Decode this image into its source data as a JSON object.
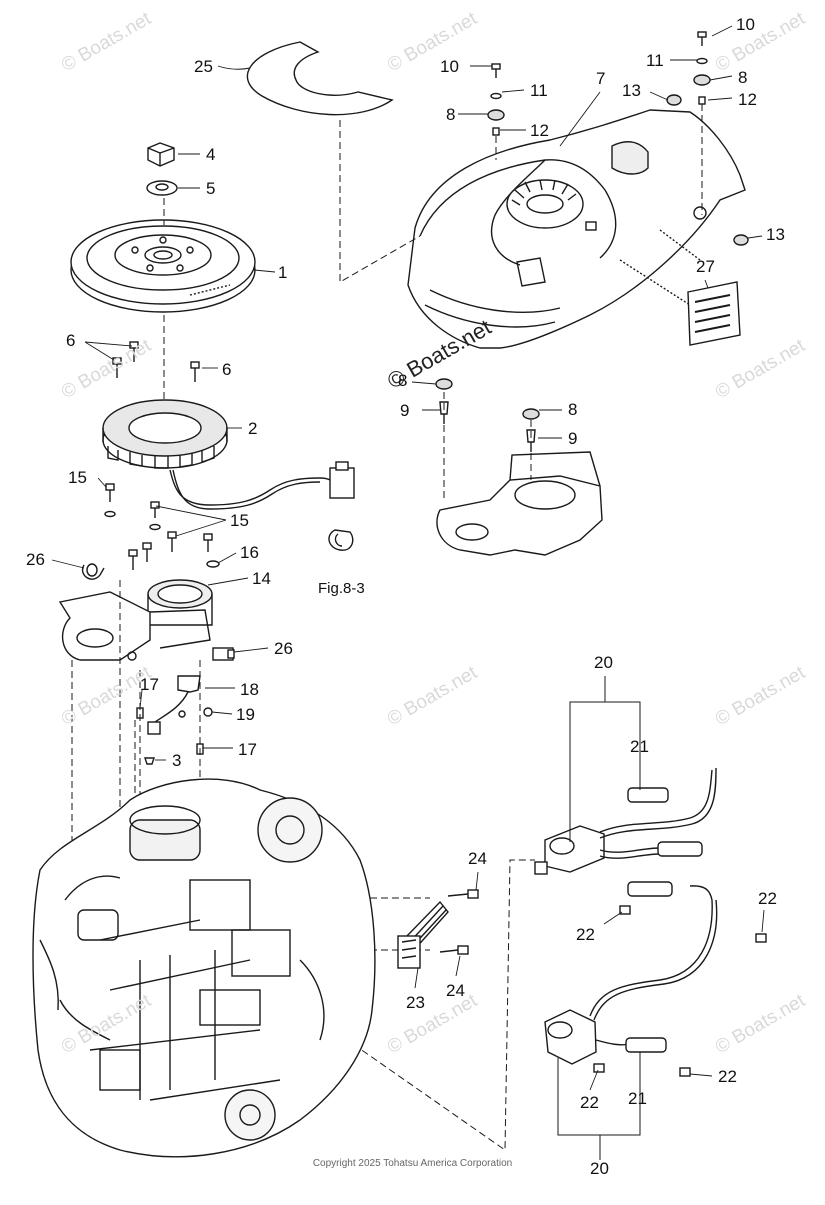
{
  "watermark": "© Boats.net",
  "center_watermark": "© Boats.net",
  "figure_reference": "Fig.8-3",
  "copyright": "Copyright 2025 Tohatsu America Corporation",
  "callouts": [
    "25",
    "4",
    "5",
    "1",
    "6",
    "6",
    "2",
    "15",
    "15",
    "16",
    "14",
    "26",
    "26",
    "18",
    "19",
    "17",
    "17",
    "3",
    "10",
    "11",
    "8",
    "12",
    "7",
    "10",
    "11",
    "8",
    "12",
    "13",
    "13",
    "27",
    "8",
    "9",
    "8",
    "9",
    "20",
    "21",
    "22",
    "22",
    "24",
    "24",
    "23",
    "22",
    "22",
    "21",
    "20"
  ]
}
